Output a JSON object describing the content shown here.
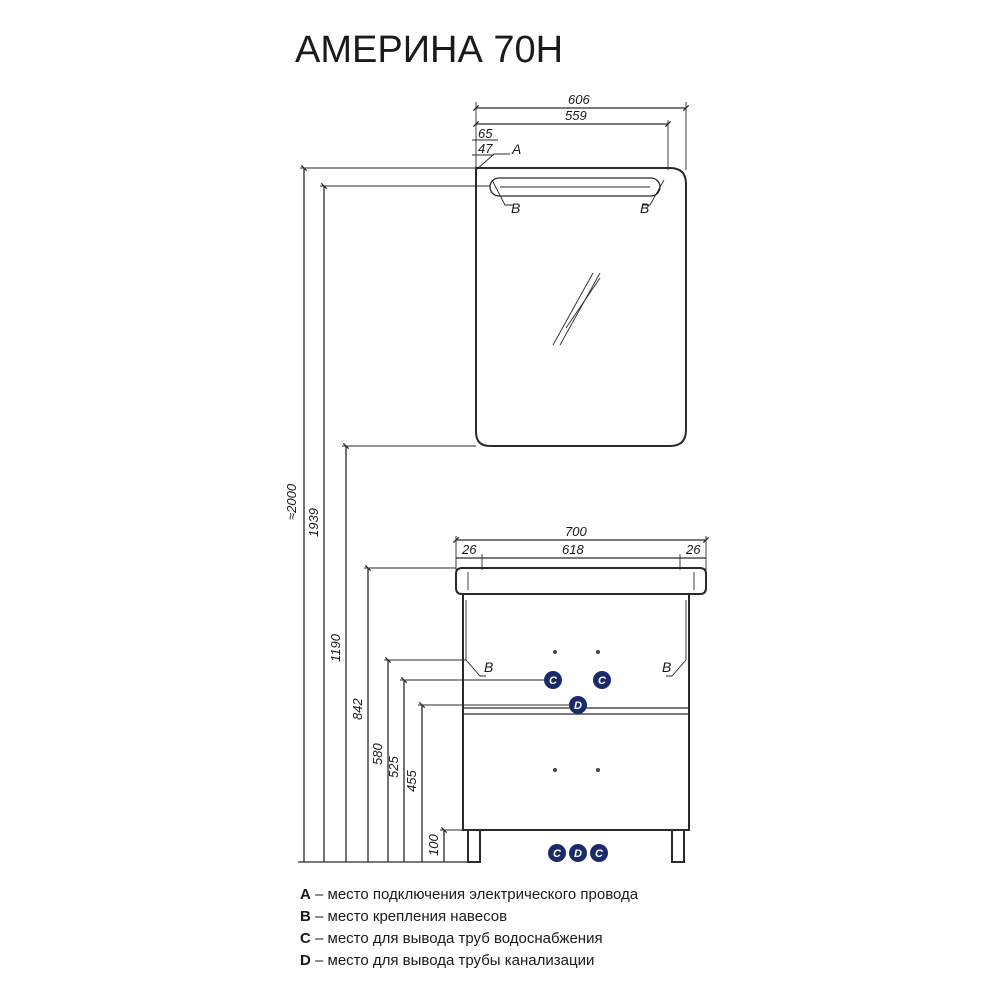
{
  "title": "АМЕРИНА 70Н",
  "dimensions": {
    "mirror_width": "606",
    "mirror_inner": "559",
    "mirror_d65": "65",
    "mirror_d47": "47",
    "h_total": "≈2000",
    "h_1939": "1939",
    "h_1190": "1190",
    "h_842": "842",
    "h_580": "580",
    "h_525": "525",
    "h_455": "455",
    "h_100": "100",
    "cab_width": "700",
    "cab_inner": "618",
    "cab_side_left": "26",
    "cab_side_right": "26"
  },
  "markers": {
    "a": "A",
    "b": "B",
    "c": "C",
    "d": "D"
  },
  "legend": [
    {
      "key": "A",
      "text": " – место подключения электрического провода"
    },
    {
      "key": "B",
      "text": " – место крепления навесов"
    },
    {
      "key": "C",
      "text": " – место для вывода труб водоснабжения"
    },
    {
      "key": "D",
      "text": " – место для вывода трубы канализации"
    }
  ],
  "colors": {
    "line": "#2a2a2a",
    "marker_fill": "#1b2a6b",
    "text": "#1a1a1a"
  }
}
